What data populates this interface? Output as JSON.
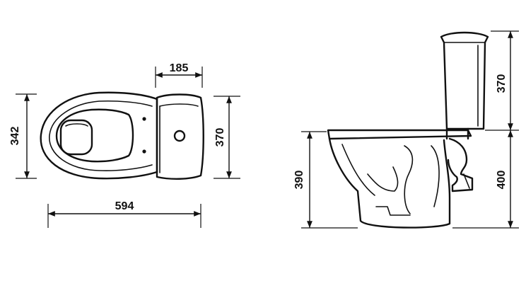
{
  "top_view": {
    "dim_tank_depth": "185",
    "dim_bowl_width": "342",
    "dim_tank_width": "370",
    "dim_total_length": "594"
  },
  "side_view": {
    "dim_tank_height": "370",
    "dim_seat_height": "390",
    "dim_base_height": "400"
  }
}
